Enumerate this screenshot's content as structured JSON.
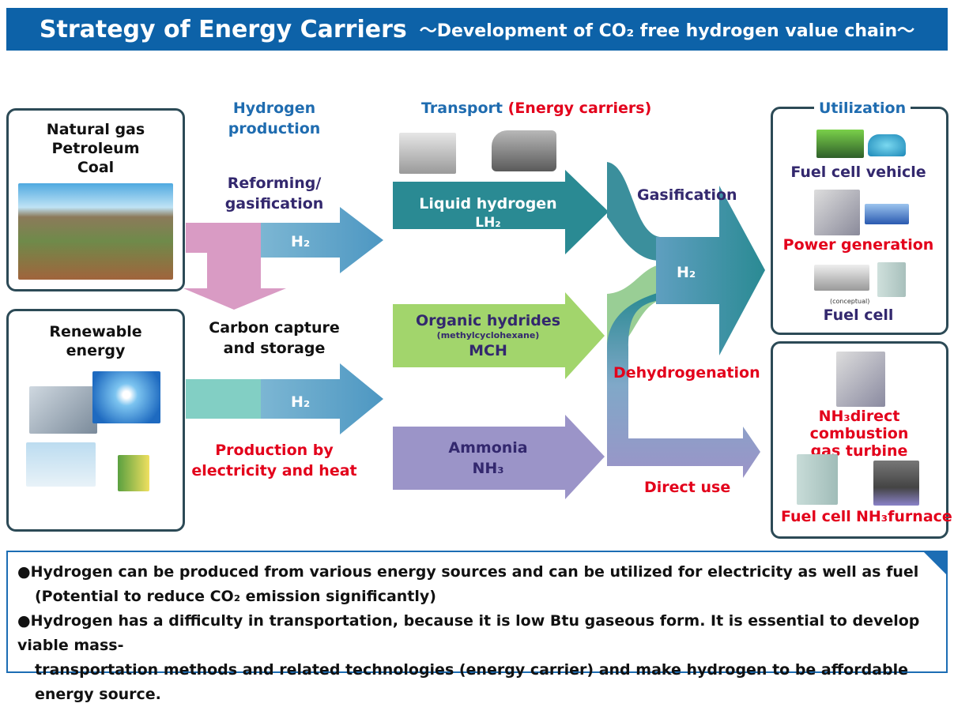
{
  "header": {
    "title": "Strategy of Energy Carriers",
    "subtitle": "～Development of CO₂ free hydrogen value chain～"
  },
  "sources": {
    "fossil": [
      "Natural gas",
      "Petroleum",
      "Coal"
    ],
    "renewable": [
      "Renewable",
      "energy"
    ]
  },
  "production": {
    "heading": [
      "Hydrogen",
      "production"
    ],
    "reforming": [
      "Reforming/",
      "gasification"
    ],
    "ccs": [
      "Carbon capture",
      "and storage"
    ],
    "electricity": [
      "Production by",
      "electricity and heat"
    ],
    "h2": "H₂"
  },
  "transport": {
    "heading": "Transport",
    "heading_sub": "(Energy carriers)",
    "carriers": [
      {
        "name": "Liquid hydrogen",
        "sub": "",
        "code": "LH₂"
      },
      {
        "name": "Organic hydrides",
        "sub": "(methylcyclohexane)",
        "code": "MCH"
      },
      {
        "name": "Ammonia",
        "sub": "",
        "code": "NH₃"
      }
    ]
  },
  "conversion": {
    "gasification": "Gasification",
    "dehydrogenation": "Dehydrogenation",
    "direct_use": "Direct use",
    "h2": "H₂"
  },
  "utilization": {
    "heading": "Utilization",
    "fcv": "Fuel cell vehicle",
    "power": "Power generation",
    "conceptual": "(conceptual)",
    "fuel_cell": "Fuel cell",
    "nh3_turbine_1": "NH₃direct combustion",
    "nh3_turbine_2": "gas turbine",
    "fuel_cell_2": "Fuel cell",
    "nh3_furnace": "NH₃furnace"
  },
  "notes": [
    "●Hydrogen can be produced from various energy sources and can be utilized for  electricity as well as fuel",
    "(Potential to reduce CO₂ emission significantly)",
    "●Hydrogen has a difficulty in transportation, because it is low Btu gaseous form. It is essential to develop viable mass-",
    "transportation methods and related technologies (energy carrier) and make hydrogen to be affordable energy source."
  ],
  "colors": {
    "header": "#0d62a8",
    "lh2": "#2a8a93",
    "mch": "#9fd46a",
    "nh3": "#9b94c8",
    "pink": "#d99bc4"
  }
}
